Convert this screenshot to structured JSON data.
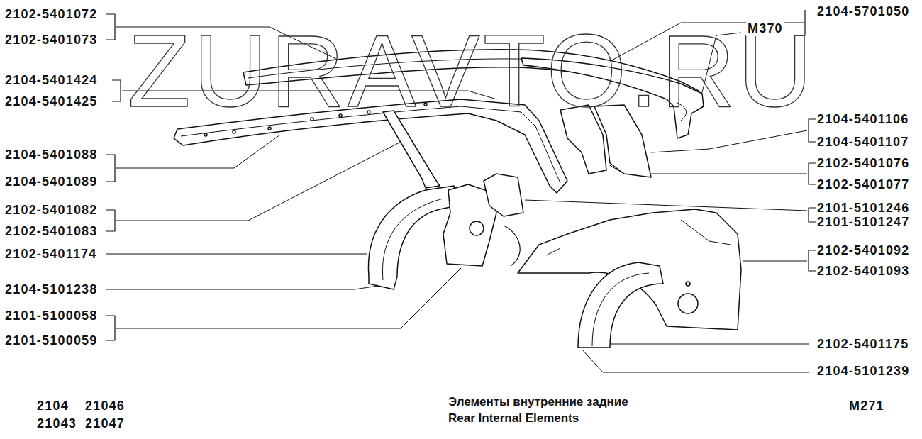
{
  "diagram": {
    "title": "Элементы внутренние задние",
    "caption": "Rear Internal Elements",
    "labels": [
      "2102-5401072",
      "2102-5401073",
      "2104-5401424",
      "2104-5401425",
      "2104-5401088",
      "2104-5401089",
      "2102-5401082",
      "2102-5401083",
      "2102-5401174",
      "2104-5101238",
      "2101-5100058",
      "2101-5100059",
      "2104-5701050",
      "M370",
      "2104-5401106",
      "2104-5401107",
      "2102-5401076",
      "2102-5401077",
      "2101-5101246",
      "2101-5101247",
      "2102-5401092",
      "2102-5401093",
      "2102-5401175",
      "2104-5101239",
      "2104",
      "21046",
      "21043",
      "21047",
      "M271",
      "ZURAVTO.RU"
    ]
  }
}
